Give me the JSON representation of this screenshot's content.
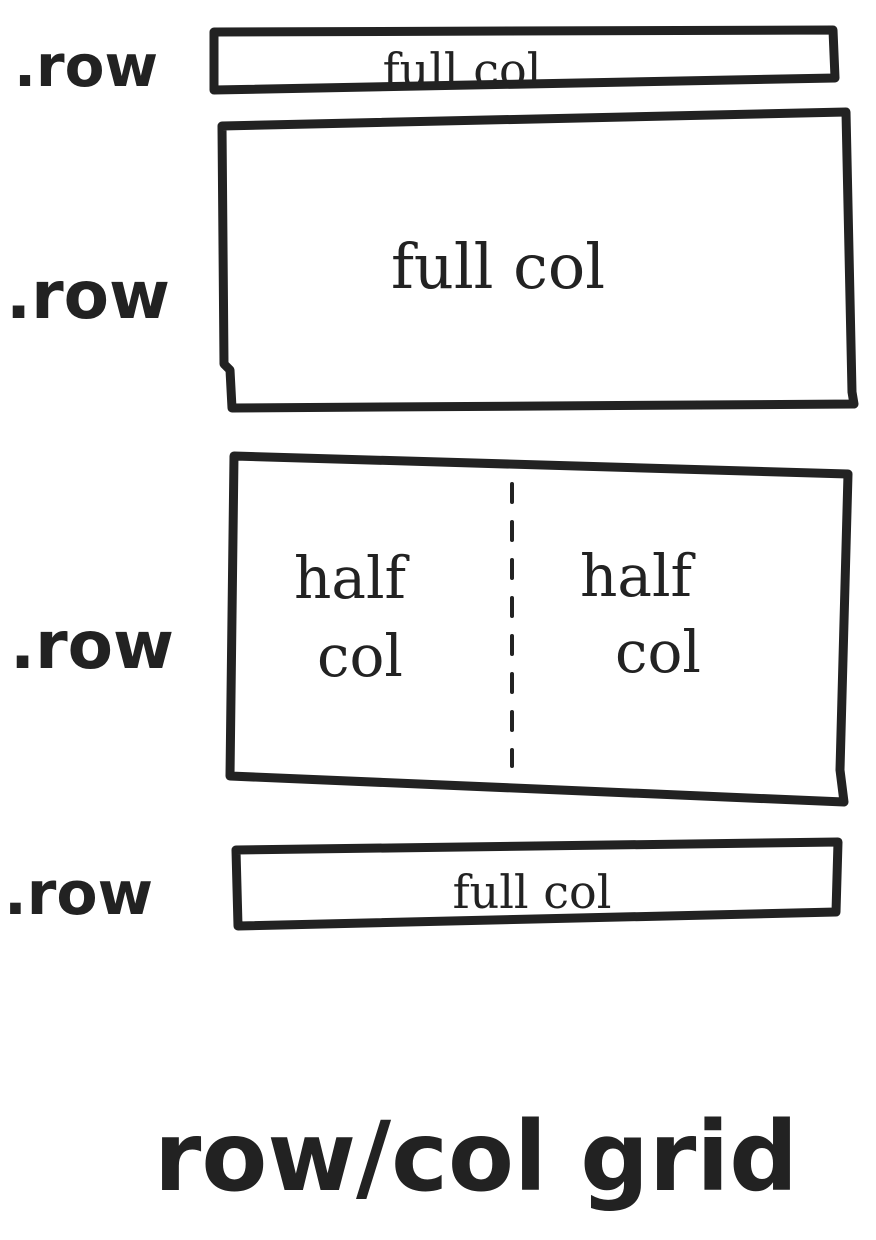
{
  "rows": [
    {
      "row_label": ".row",
      "cols": [
        "full col"
      ]
    },
    {
      "row_label": ".row",
      "cols": [
        "full col"
      ]
    },
    {
      "row_label": ".row",
      "cols": [
        "half\ncol",
        "half\ncol"
      ]
    },
    {
      "row_label": ".row",
      "cols": [
        "full col"
      ]
    }
  ],
  "labels": {
    "row1_label": ".row",
    "row1_col": "full col",
    "row2_label": ".row",
    "row2_col": "full col",
    "row3_label": ".row",
    "row3_left_line1": "half",
    "row3_left_line2": "col",
    "row3_right_line1": "half",
    "row3_right_line2": "col",
    "row4_label": ".row",
    "row4_col": "full col"
  },
  "caption": "row/col grid"
}
